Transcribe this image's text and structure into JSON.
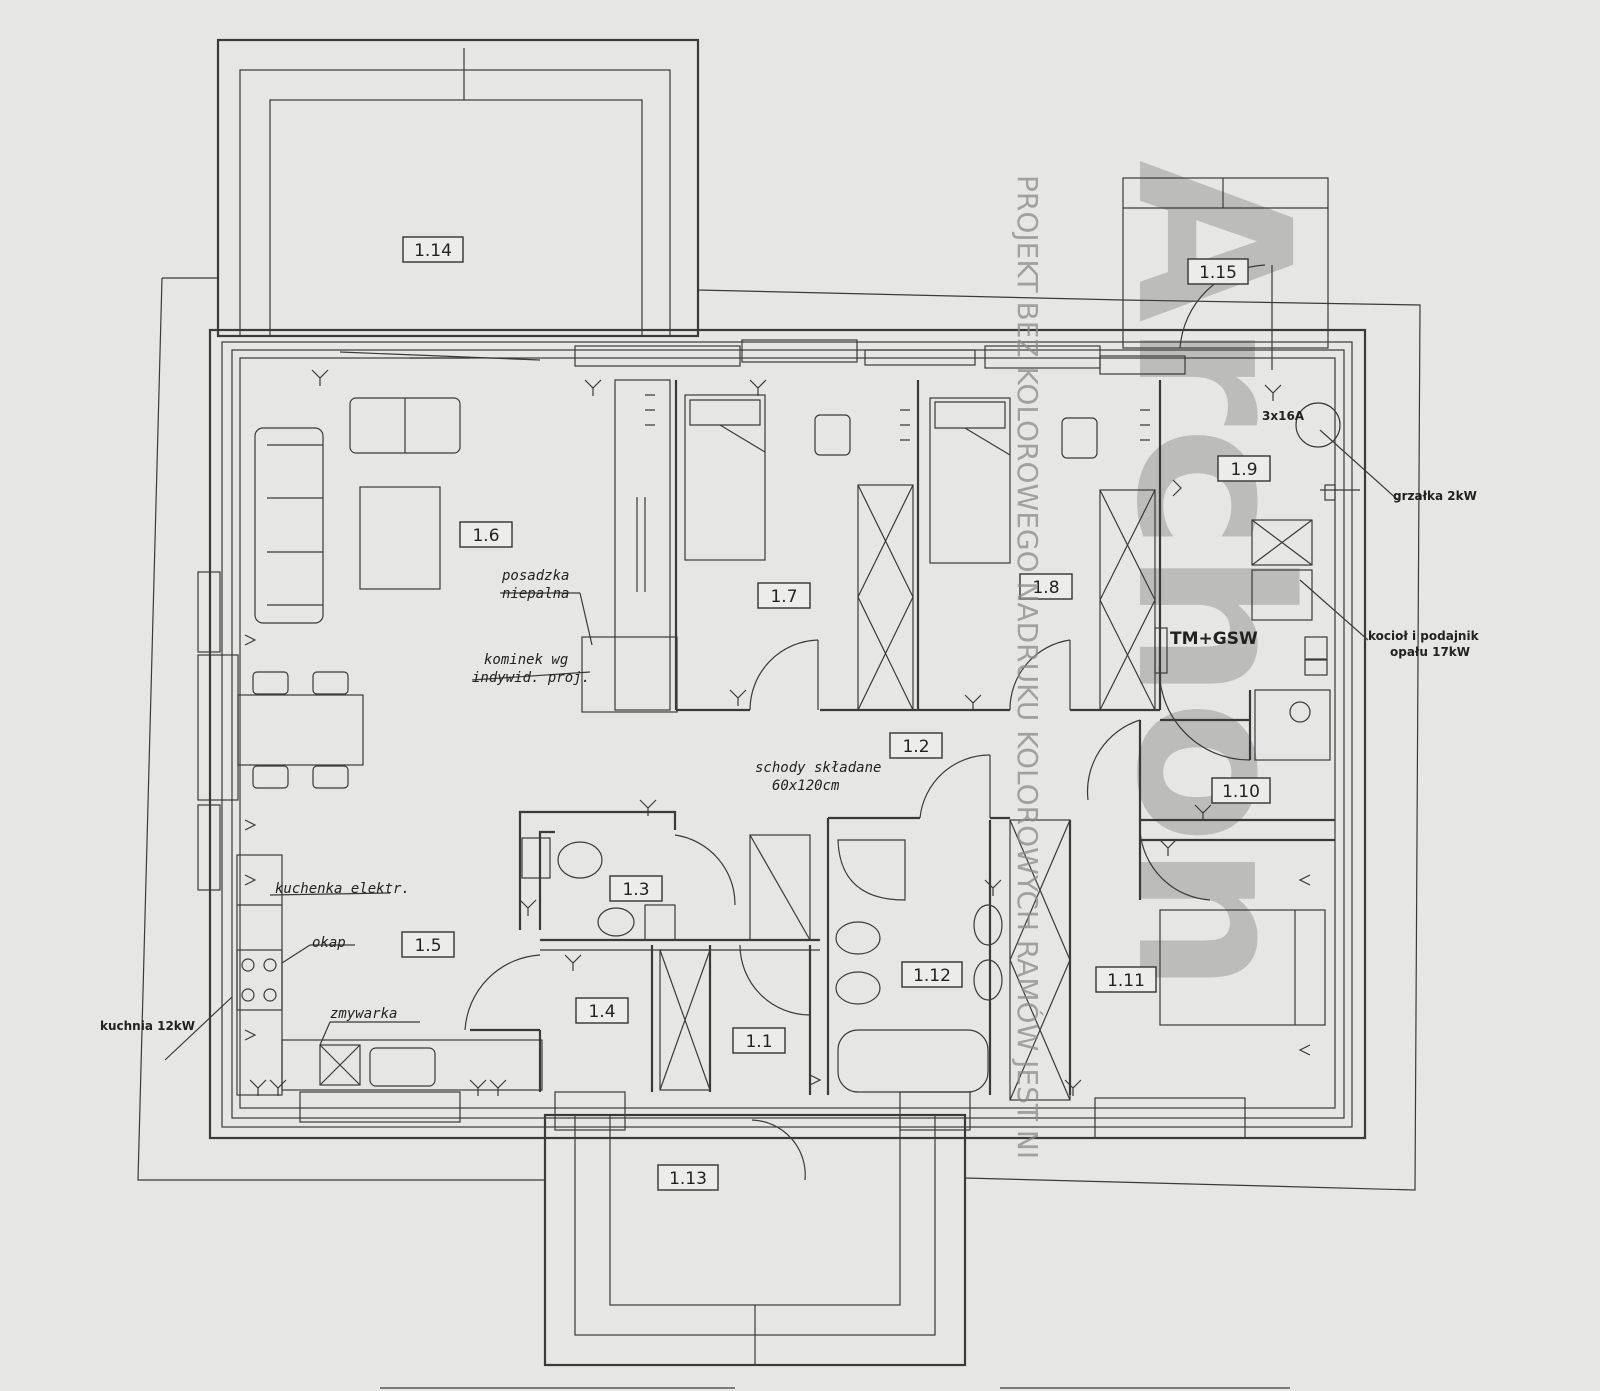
{
  "rooms": [
    {
      "id": "1.1",
      "label": "1.1"
    },
    {
      "id": "1.2",
      "label": "1.2"
    },
    {
      "id": "1.3",
      "label": "1.3"
    },
    {
      "id": "1.4",
      "label": "1.4"
    },
    {
      "id": "1.5",
      "label": "1.5"
    },
    {
      "id": "1.6",
      "label": "1.6"
    },
    {
      "id": "1.7",
      "label": "1.7"
    },
    {
      "id": "1.8",
      "label": "1.8"
    },
    {
      "id": "1.9",
      "label": "1.9"
    },
    {
      "id": "1.10",
      "label": "1.10"
    },
    {
      "id": "1.11",
      "label": "1.11"
    },
    {
      "id": "1.12",
      "label": "1.12"
    },
    {
      "id": "1.13",
      "label": "1.13"
    },
    {
      "id": "1.14",
      "label": "1.14"
    },
    {
      "id": "1.15",
      "label": "1.15"
    }
  ],
  "annotations": {
    "floor_line1": "posadzka",
    "floor_line2": "niepalna",
    "fireplace_line1": "kominek wg",
    "fireplace_line2": "indywid. proj.",
    "stairs_line1": "schody składane",
    "stairs_line2": "60x120cm",
    "stove": "kuchenka elektr.",
    "hood": "okap",
    "dishwasher": "zmywarka",
    "hob": "kuchnia 12kW",
    "heater": "grzałka 2kW",
    "fuse": "3x16A",
    "boiler_line1": "kocioł i podajnik",
    "boiler_line2": "opału 17kW",
    "hot_water": "TM+GSW"
  },
  "watermark": {
    "vertical_text": "PROJEKT BEZ KOLOROWEGO NADRUKU KOLOROWYCH RAMÓW JEST NI",
    "logo_letters": "Archon"
  }
}
